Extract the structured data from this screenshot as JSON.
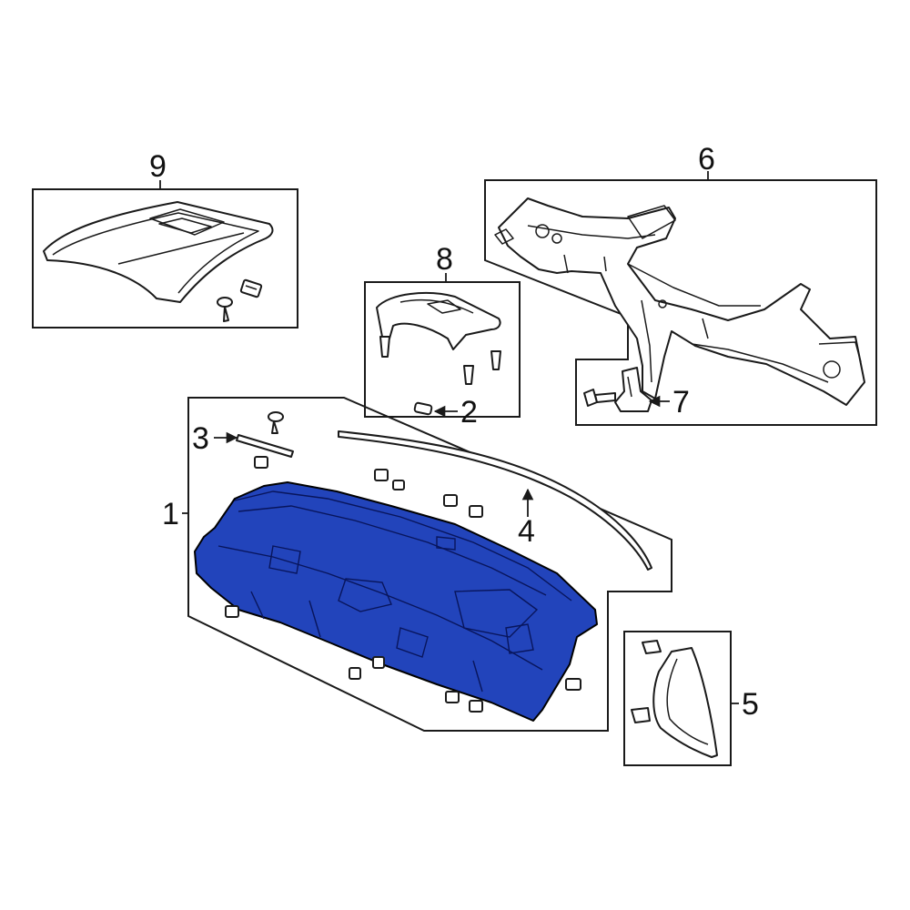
{
  "colors": {
    "highlight": "#2244bb",
    "highlight_dark": "#132a8a",
    "line": "#1a1a1a",
    "background": "#ffffff"
  },
  "callouts": {
    "c1": "1",
    "c2": "2",
    "c3": "3",
    "c4": "4",
    "c5": "5",
    "c6": "6",
    "c7": "7",
    "c8": "8",
    "c9": "9"
  }
}
